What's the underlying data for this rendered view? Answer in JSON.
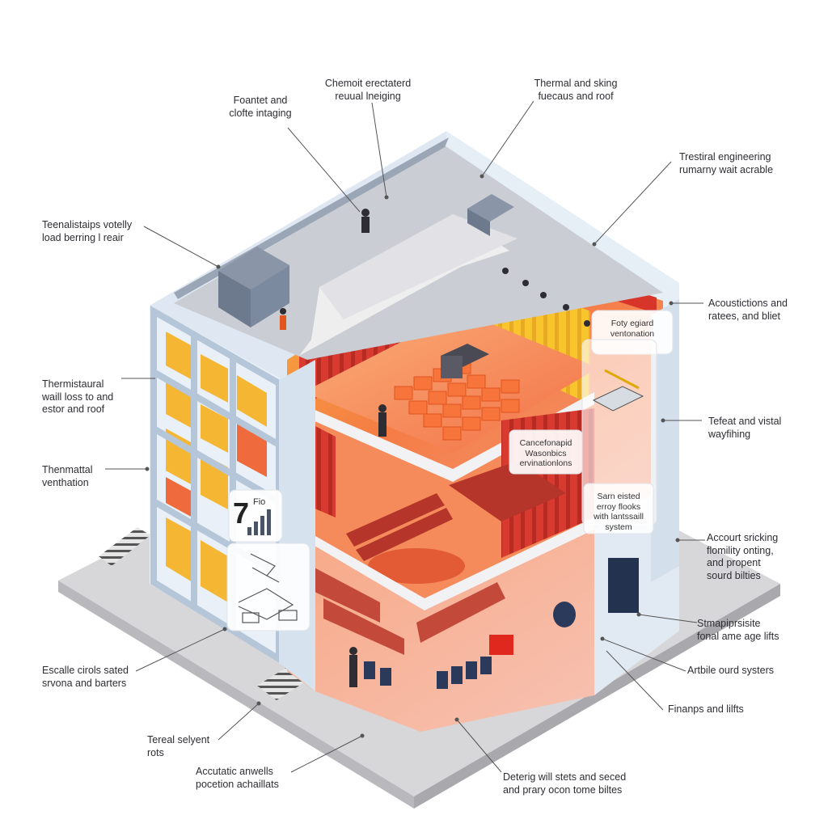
{
  "callouts": [
    {
      "id": "facade-lighting",
      "lines": [
        "Foantet and",
        "clofte intaging"
      ]
    },
    {
      "id": "chemoic-electrical",
      "lines": [
        "Chemoit erectaterd",
        "reuual lneiging"
      ]
    },
    {
      "id": "thermal-skin",
      "lines": [
        "Thermal and sking",
        "fuecaus and roof"
      ]
    },
    {
      "id": "structural-engineering",
      "lines": [
        "Trestiral engineering",
        "rumarny wait acrable"
      ]
    },
    {
      "id": "load-bearing",
      "lines": [
        "Teenalistaips votelly",
        "load berring l reair"
      ]
    },
    {
      "id": "acoustics-rates",
      "lines": [
        "Acoustictions and",
        "ratees, and bliet"
      ]
    },
    {
      "id": "thermal-wall",
      "lines": [
        "Thermistaural",
        "waill loss to and",
        "estor and roof"
      ]
    },
    {
      "id": "wayfinding",
      "lines": [
        "Tefeat and vistal",
        "wayfihing"
      ]
    },
    {
      "id": "thermal-ventilation",
      "lines": [
        "Thenmattal",
        "venthation"
      ]
    },
    {
      "id": "acoustic-flexibility",
      "lines": [
        "Accourt sricking",
        "flomility onting,",
        "and propent",
        "sourd bilties"
      ]
    },
    {
      "id": "stage-lifts",
      "lines": [
        "Stmapiprsisite",
        "fonal ame age lifts"
      ]
    },
    {
      "id": "escalators",
      "lines": [
        "Escalle cirols sated",
        "srvona and barters"
      ]
    },
    {
      "id": "audio-systems",
      "lines": [
        "Artbile ourd systers"
      ]
    },
    {
      "id": "ramps-lifts",
      "lines": [
        "Finanps and lilfts"
      ]
    },
    {
      "id": "terrace-seating",
      "lines": [
        "Tereal selyent",
        "rots"
      ]
    },
    {
      "id": "acoustic-panels",
      "lines": [
        "Accutatic anwells",
        "pocetion achaillats"
      ]
    },
    {
      "id": "seating-stairs",
      "lines": [
        "Deterig will stets and seced",
        "and prary ocon tome biltes"
      ]
    }
  ],
  "panels": {
    "ventilation": [
      "Foty egiard",
      "ventonation"
    ],
    "configuration": [
      "Cancefonapid",
      "Wasonbics",
      "ervinationlons"
    ],
    "seating_system": [
      "Sarn eisted",
      "erroy flooks",
      "with lantssaill",
      "system"
    ]
  },
  "stats_badge": {
    "number": "7",
    "label": "Fio"
  },
  "colors": {
    "wall": "#dfe9f3",
    "wall_edge": "#b4c7da",
    "orange": "#f26a3d",
    "red": "#d8352a",
    "yellow": "#f7c630",
    "floor": "#f58a5a",
    "ground": "#d9d9d9",
    "roof": "#c9ccd2"
  },
  "icons": [
    "hvac-unit-icon",
    "worker-icon",
    "stage-light-icon",
    "stair-icon",
    "door-icon",
    "bar-chart-icon",
    "diagram-sketch-icon"
  ]
}
